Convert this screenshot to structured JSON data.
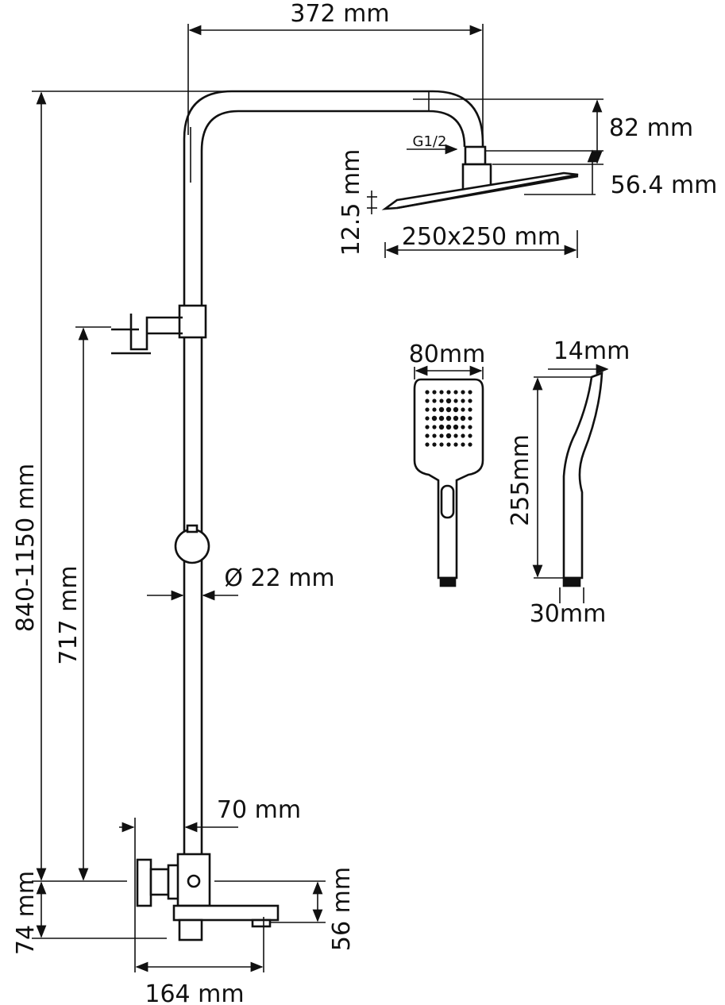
{
  "drawing": {
    "labels": {
      "arm_width": "372 mm",
      "total_height": "840-1150 mm",
      "bracket_height": "717 mm",
      "mixer_offset_v": "74 mm",
      "spout_drop": "56 mm",
      "spout_length": "164 mm",
      "mixer_depth": "70 mm",
      "pipe_diameter": "Ø 22 mm",
      "head_drop": "82 mm",
      "head_height": "56.4 mm",
      "head_thickness": "12.5 mm",
      "head_size": "250x250 mm",
      "thread": "G1/2",
      "hand_width": "80mm",
      "hand_thickness": "14mm",
      "hand_length": "255mm",
      "hand_base": "30mm"
    },
    "line_color": "#111111"
  }
}
